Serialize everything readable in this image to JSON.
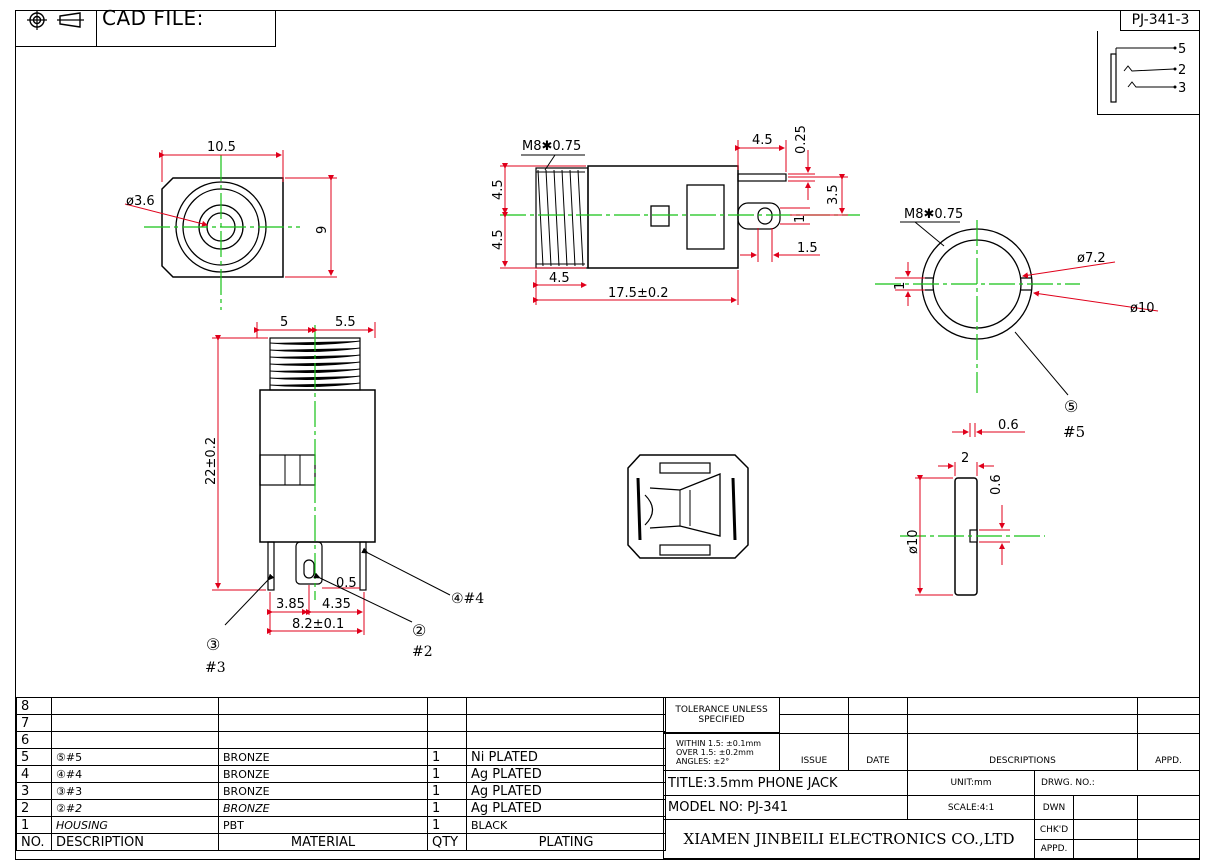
{
  "cad_label": "CAD FILE:",
  "part_number": "PJ-341-3",
  "schematic_pins": [
    "5",
    "2",
    "3"
  ],
  "dimensions": {
    "front_width": "10.5",
    "front_hole": "ø3.6",
    "front_height": "9",
    "side_thread": "M8✱0.75",
    "side_upper": "4.5",
    "side_lower": "4.5",
    "side_thread_len": "4.5",
    "side_total": "17.5±0.2",
    "side_tab": "4.5",
    "side_tab_thk": "0.25",
    "side_height": "3.5",
    "side_slot": "1",
    "side_pin": "1.5",
    "ring_thread": "M8✱0.75",
    "ring_inner": "ø7.2",
    "ring_outer": "ø10",
    "ring_gap": "1",
    "ring_thk": "0.6",
    "top_left": "5",
    "top_right": "5.5",
    "top_height": "22±0.2",
    "top_pin_thk": "0.5",
    "top_pin_left": "3.85",
    "top_pin_right": "4.35",
    "top_pin_total": "8.2±0.1",
    "washer_width": "2",
    "washer_notch": "0.6",
    "washer_dia": "ø10"
  },
  "callouts": {
    "c5": "⑤",
    "c5_label": "#5",
    "c4": "④#4",
    "c3": "③",
    "c3_label": "#3",
    "c2": "②",
    "c2_label": "#2"
  },
  "bom": {
    "rows": [
      {
        "no": "8",
        "desc": "",
        "mat": "",
        "qty": "",
        "plat": ""
      },
      {
        "no": "7",
        "desc": "",
        "mat": "",
        "qty": "",
        "plat": ""
      },
      {
        "no": "6",
        "desc": "",
        "mat": "",
        "qty": "",
        "plat": ""
      },
      {
        "no": "5",
        "desc": "⑤#5",
        "mat": "BRONZE",
        "qty": "1",
        "plat": "Ni PLATED"
      },
      {
        "no": "4",
        "desc": "④#4",
        "mat": "BRONZE",
        "qty": "1",
        "plat": "Ag PLATED"
      },
      {
        "no": "3",
        "desc": "③#3",
        "mat": "BRONZE",
        "qty": "1",
        "plat": "Ag PLATED"
      },
      {
        "no": "2",
        "desc": "②#2",
        "mat": "BRONZE",
        "qty": "1",
        "plat": "Ag PLATED"
      },
      {
        "no": "1",
        "desc": "HOUSING",
        "mat": "PBT",
        "qty": "1",
        "plat": "BLACK"
      }
    ],
    "header": {
      "no": "NO.",
      "desc": "DESCRIPTION",
      "mat": "MATERIAL",
      "qty": "QTY",
      "plat": "PLATING"
    }
  },
  "titleblock": {
    "tolerance": "TOLERANCE UNLESS SPECIFIED",
    "within": "WITHIN 1.5: ±0.1mm",
    "over": "OVER 1.5:  ±0.2mm",
    "angles": "ANGLES: ±2°",
    "issue": "ISSUE",
    "date": "DATE",
    "descriptions": "DESCRIPTIONS",
    "appd": "APPD.",
    "title": "TITLE:3.5mm PHONE JACK",
    "unit": "UNIT:mm",
    "drwg": "DRWG. NO.:",
    "model": "MODEL NO: PJ-341",
    "scale": "SCALE:4:1",
    "dwn": "DWN",
    "company": "XIAMEN JINBEILI ELECTRONICS CO.,LTD",
    "chkd": "CHK'D",
    "appd2": "APPD."
  },
  "colors": {
    "dimension": "#e0001b",
    "centerline": "#16c216",
    "outline": "#000000"
  }
}
